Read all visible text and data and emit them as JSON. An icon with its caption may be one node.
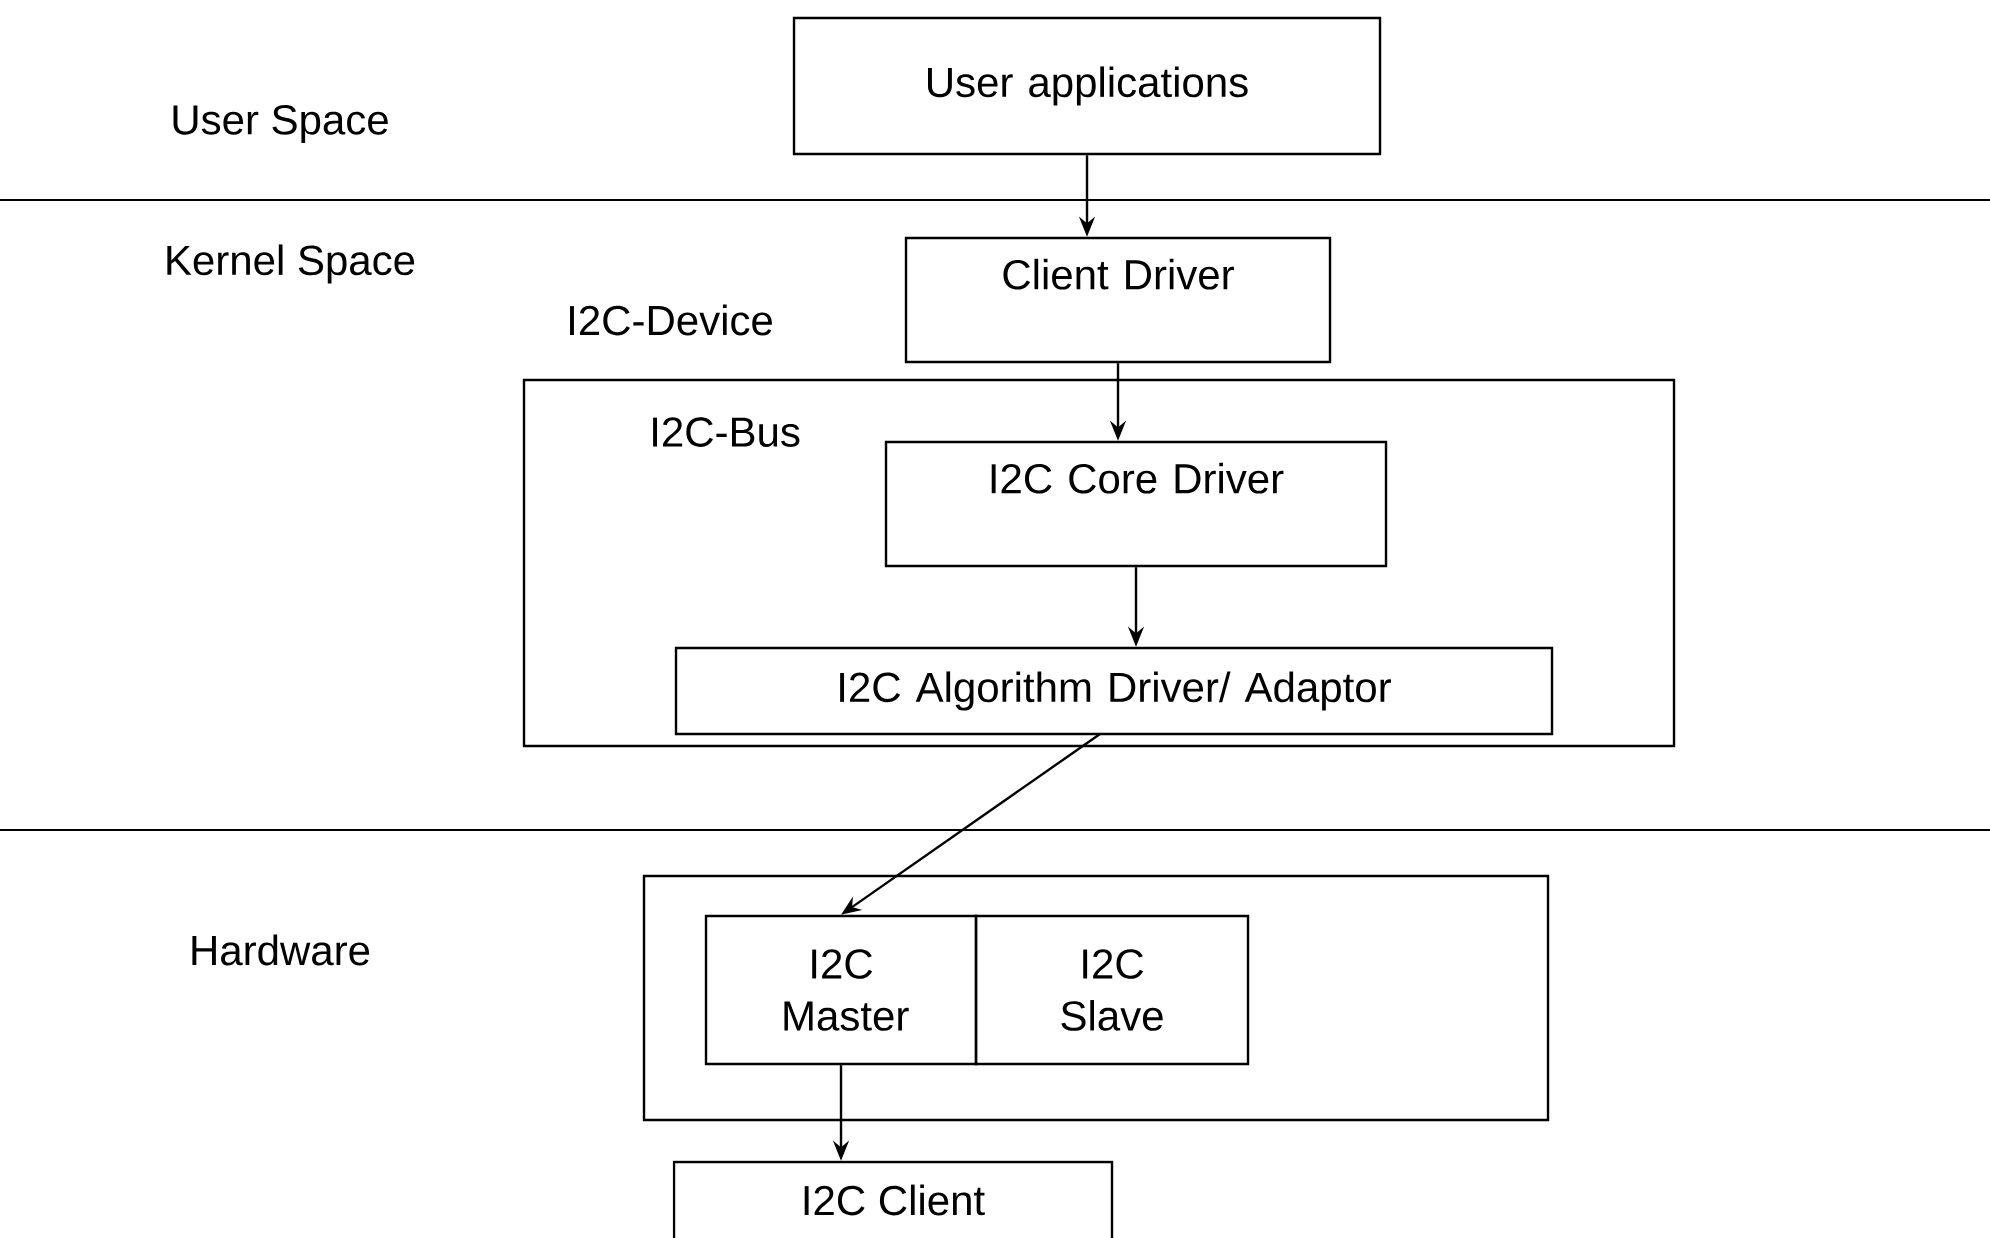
{
  "diagram": {
    "nodes": [
      {
        "text": [
          "User applications"
        ]
      },
      {
        "text": [
          "Client Driver"
        ]
      },
      {
        "text": [
          "I2C-Bus"
        ]
      },
      {
        "text": [
          "I2C Core Driver"
        ],
        "in": 2
      },
      {
        "text": [
          "I2C Algorithm Driver/ Adaptor"
        ],
        "in": 2
      },
      {
        "text": [],
        "shape": "box"
      },
      {
        "text": [
          "I2C Master"
        ],
        "in": 5
      },
      {
        "text": [
          "I2C Slave"
        ],
        "in": 5
      },
      {
        "text": [
          "I2C Client"
        ]
      }
    ],
    "edges": [
      {
        "from": 0,
        "to": 1,
        "arrow": "to"
      },
      {
        "from": 1,
        "to": 3,
        "arrow": "to"
      },
      {
        "from": 3,
        "to": 4,
        "arrow": "to"
      },
      {
        "from": 4,
        "to": 6,
        "arrow": "to"
      },
      {
        "from": 6,
        "to": 8,
        "arrow": "to"
      }
    ],
    "labels": [
      "User Space",
      "Kernel Space",
      "I2C-Device",
      "Hardware"
    ]
  }
}
